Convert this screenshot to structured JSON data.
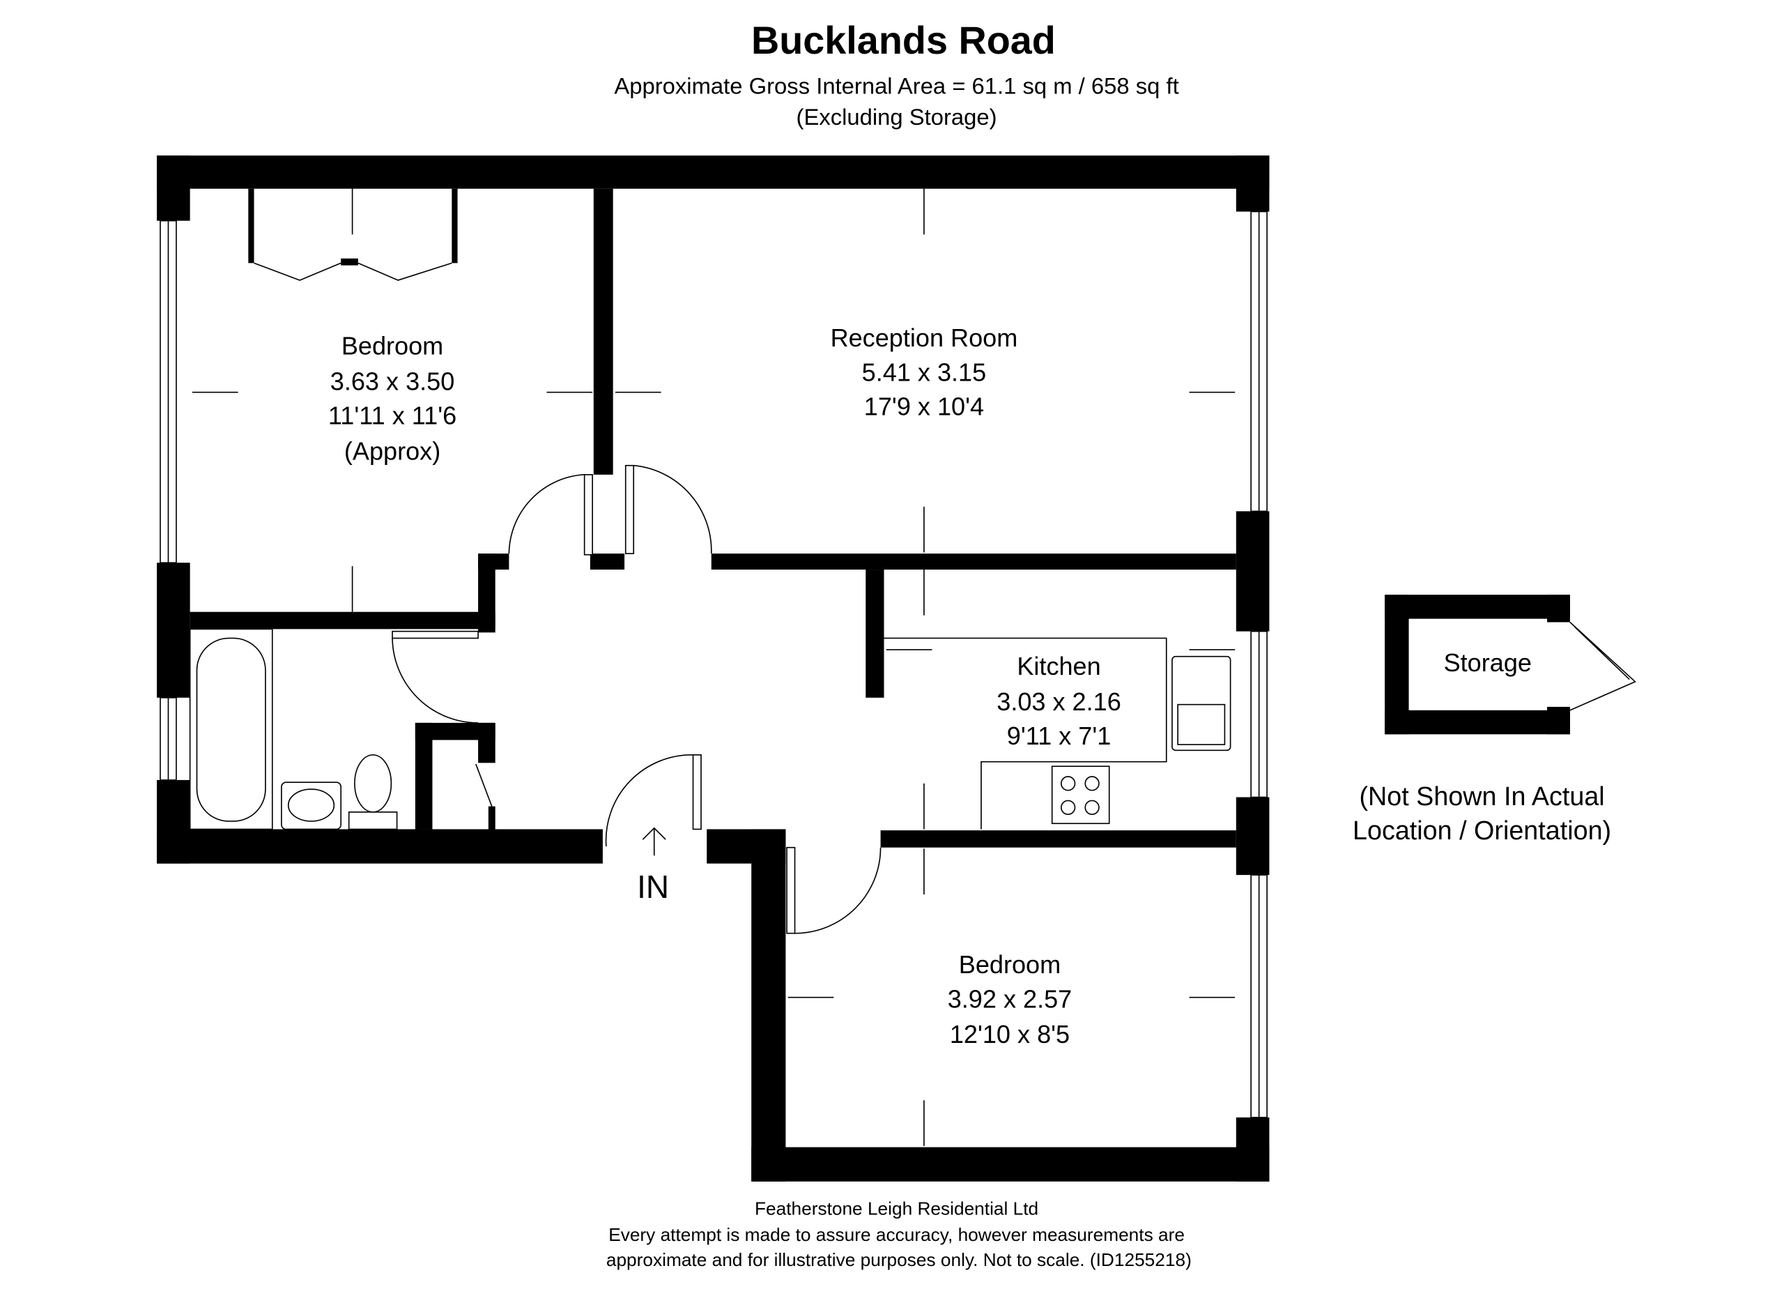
{
  "title": "Bucklands Road",
  "subtitle": "Approximate Gross Internal Area = 61.1 sq m / 658 sq ft",
  "subtitle2": "(Excluding Storage)",
  "rooms": {
    "bedroom1": {
      "name": "Bedroom",
      "metric": "3.63 x 3.50",
      "imperial": "11'11 x 11'6",
      "note": "(Approx)"
    },
    "reception": {
      "name": "Reception Room",
      "metric": "5.41 x 3.15",
      "imperial": "17'9 x 10'4"
    },
    "kitchen": {
      "name": "Kitchen",
      "metric": "3.03 x 2.16",
      "imperial": "9'11 x 7'1"
    },
    "bedroom2": {
      "name": "Bedroom",
      "metric": "3.92 x 2.57",
      "imperial": "12'10 x 8'5"
    },
    "storage": {
      "name": "Storage"
    }
  },
  "entrance_label": "IN",
  "storage_note": [
    "(Not Shown In Actual",
    "Location / Orientation)"
  ],
  "footer": [
    "Featherstone Leigh Residential Ltd",
    "Every attempt is made to assure accuracy, however measurements are",
    "approximate and for illustrative purposes only. Not to scale. (ID1255218)"
  ]
}
